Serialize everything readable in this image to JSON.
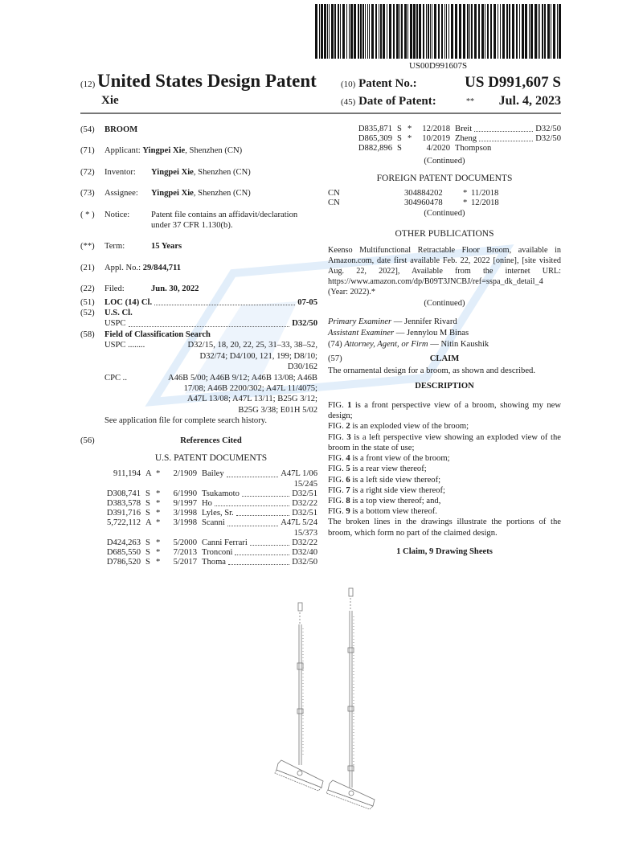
{
  "barcode": {
    "text": "US00D991607S"
  },
  "header": {
    "code12": "(12)",
    "title": "United States Design Patent",
    "inventor_surname": "Xie",
    "code10": "(10)",
    "patent_no_label": "Patent No.:",
    "patent_no": "US D991,607 S",
    "code45": "(45)",
    "date_label": "Date of Patent:",
    "date_mark": "**",
    "date": "Jul. 4, 2023"
  },
  "left": {
    "title": {
      "code": "(54)",
      "value": "BROOM"
    },
    "applicant": {
      "code": "(71)",
      "label": "Applicant:",
      "name": "Yingpei Xie",
      "rest": ", Shenzhen (CN)"
    },
    "inventor": {
      "code": "(72)",
      "label": "Inventor:",
      "name": "Yingpei Xie",
      "rest": ", Shenzhen (CN)"
    },
    "assignee": {
      "code": "(73)",
      "label": "Assignee:",
      "name": "Yingpei Xie",
      "rest": ", Shenzhen (CN)"
    },
    "notice": {
      "code": "( * )",
      "label": "Notice:",
      "text": "Patent file contains an affidavit/declaration under 37 CFR 1.130(b)."
    },
    "term": {
      "code": "(**)",
      "label": "Term:",
      "value": "15 Years"
    },
    "appl": {
      "code": "(21)",
      "label": "Appl. No.:",
      "value": "29/844,711"
    },
    "filed": {
      "code": "(22)",
      "label": "Filed:",
      "value": "Jun. 30, 2022"
    },
    "loc": {
      "code": "(51)",
      "label": "LOC (14) Cl.",
      "value": "07-05"
    },
    "uscl": {
      "code": "(52)",
      "label": "U.S. Cl.",
      "sub": "USPC",
      "value": "D32/50"
    },
    "search": {
      "code": "(58)",
      "label": "Field of Classification Search",
      "uspc_label": "USPC ........",
      "uspc": [
        "D32/15, 18, 20, 22, 25, 31–33, 38–52,",
        "D32/74; D4/100, 121, 199; D8/10;",
        "D30/162"
      ],
      "cpc_label": "CPC ..",
      "cpc": [
        "A46B 5/00; A46B 9/12; A46B 13/08; A46B",
        "17/08; A46B 2200/302; A47L 11/4075;",
        "A47L 13/08; A47L 13/11; B25G 3/12;",
        "B25G 3/38; E01H 5/02"
      ],
      "note": "See application file for complete search history."
    },
    "references": {
      "code": "(56)",
      "title": "References Cited",
      "us_heading": "U.S. PATENT DOCUMENTS",
      "rows": [
        {
          "no": "911,194",
          "kind": "A",
          "star": "*",
          "date": "2/1909",
          "name": "Bailey",
          "cls": "A47L 1/06",
          "cls2": "15/245"
        },
        {
          "no": "D308,741",
          "kind": "S",
          "star": "*",
          "date": "6/1990",
          "name": "Tsukamoto",
          "cls": "D32/51"
        },
        {
          "no": "D383,578",
          "kind": "S",
          "star": "*",
          "date": "9/1997",
          "name": "Ho",
          "cls": "D32/22"
        },
        {
          "no": "D391,716",
          "kind": "S",
          "star": "*",
          "date": "3/1998",
          "name": "Lyles, Sr.",
          "cls": "D32/51"
        },
        {
          "no": "5,722,112",
          "kind": "A",
          "star": "*",
          "date": "3/1998",
          "name": "Scanni",
          "cls": "A47L 5/24",
          "cls2": "15/373"
        },
        {
          "no": "D424,263",
          "kind": "S",
          "star": "*",
          "date": "5/2000",
          "name": "Canni Ferrari",
          "cls": "D32/22"
        },
        {
          "no": "D685,550",
          "kind": "S",
          "star": "*",
          "date": "7/2013",
          "name": "Tronconi",
          "cls": "D32/40"
        },
        {
          "no": "D786,520",
          "kind": "S",
          "star": "*",
          "date": "5/2017",
          "name": "Thoma",
          "cls": "D32/50"
        }
      ]
    }
  },
  "right": {
    "refs_cont": [
      {
        "no": "D835,871",
        "kind": "S",
        "star": "*",
        "date": "12/2018",
        "name": "Breit",
        "cls": "D32/50"
      },
      {
        "no": "D865,309",
        "kind": "S",
        "star": "*",
        "date": "10/2019",
        "name": "Zheng",
        "cls": "D32/50"
      },
      {
        "no": "D882,896",
        "kind": "S",
        "star": "",
        "date": "4/2020",
        "name": "Thompson",
        "cls": ""
      }
    ],
    "continued": "(Continued)",
    "foreign_heading": "FOREIGN PATENT DOCUMENTS",
    "foreign": [
      {
        "country": "CN",
        "no": "304884202",
        "star": "*",
        "date": "11/2018"
      },
      {
        "country": "CN",
        "no": "304960478",
        "star": "*",
        "date": "12/2018"
      }
    ],
    "other_heading": "OTHER PUBLICATIONS",
    "other_text": "Keenso Multifunctional Retractable Floor Broom, available in Amazon.com, date first available Feb. 22, 2022 [onine], [site visited Aug. 22, 2022], Available from the internet URL: https://www.amazon.com/dp/B09T3JNCBJ/ref=sspa_dk_detail_4 (Year: 2022).*",
    "primary_label": "Primary Examiner",
    "primary": " — Jennifer Rivard",
    "assistant_label": "Assistant Examiner",
    "assistant": " — Jennylou M Binas",
    "attorney_code": "(74)",
    "attorney_label": "Attorney, Agent, or Firm",
    "attorney": " — Nitin Kaushik",
    "claim_code": "(57)",
    "claim_heading": "CLAIM",
    "claim_text": "The ornamental design for a broom, as shown and described.",
    "description_heading": "DESCRIPTION",
    "figs": [
      {
        "fig": "FIG.",
        "n": "1",
        "text": " is a front perspective view of a broom, showing my new design;"
      },
      {
        "fig": "FIG.",
        "n": "2",
        "text": " is an exploded view of the broom;"
      },
      {
        "fig": "FIG.",
        "n": "3",
        "text": " is a left perspective view showing an exploded view of the broom in the state of use;"
      },
      {
        "fig": "FIG.",
        "n": "4",
        "text": " is a front view of the broom;"
      },
      {
        "fig": "FIG.",
        "n": "5",
        "text": " is a rear view thereof;"
      },
      {
        "fig": "FIG.",
        "n": "6",
        "text": " is a left side view thereof;"
      },
      {
        "fig": "FIG.",
        "n": "7",
        "text": " is a right side view thereof;"
      },
      {
        "fig": "FIG.",
        "n": "8",
        "text": " is a top view thereof; and,"
      },
      {
        "fig": "FIG.",
        "n": "9",
        "text": " is a bottom view thereof."
      }
    ],
    "broken_lines": "The broken lines in the drawings illustrate the portions of the broom, which form no part of the claimed design.",
    "sheets": "1 Claim, 9 Drawing Sheets"
  },
  "colors": {
    "watermark": "#cfe3f7",
    "text": "#1a1a1a"
  }
}
